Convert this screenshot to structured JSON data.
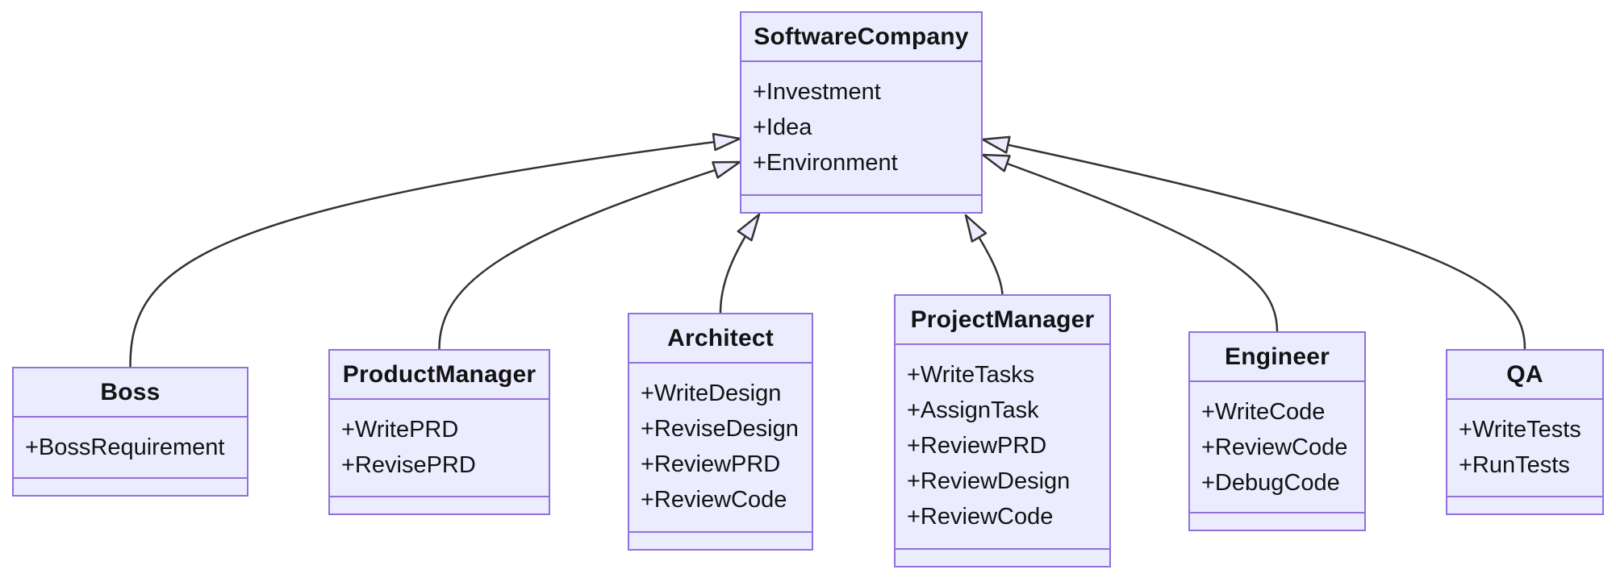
{
  "colors": {
    "background": "#FFFFFF",
    "node_fill": "#ECECFF",
    "node_border": "#9370DB",
    "edge_line": "#333333",
    "text": "#131313"
  },
  "diagram": {
    "type": "uml-class-diagram",
    "classes": [
      {
        "name": "SoftwareCompany",
        "attributes": [
          "+Investment",
          "+Idea",
          "+Environment"
        ],
        "methods": []
      },
      {
        "name": "Boss",
        "attributes": [
          "+BossRequirement"
        ],
        "methods": []
      },
      {
        "name": "ProductManager",
        "attributes": [
          "+WritePRD",
          "+RevisePRD"
        ],
        "methods": []
      },
      {
        "name": "Architect",
        "attributes": [
          "+WriteDesign",
          "+ReviseDesign",
          "+ReviewPRD",
          "+ReviewCode"
        ],
        "methods": []
      },
      {
        "name": "ProjectManager",
        "attributes": [
          "+WriteTasks",
          "+AssignTask",
          "+ReviewPRD",
          "+ReviewDesign",
          "+ReviewCode"
        ],
        "methods": []
      },
      {
        "name": "Engineer",
        "attributes": [
          "+WriteCode",
          "+ReviewCode",
          "+DebugCode"
        ],
        "methods": []
      },
      {
        "name": "QA",
        "attributes": [
          "+WriteTests",
          "+RunTests"
        ],
        "methods": []
      }
    ],
    "relations": [
      {
        "from": "Boss",
        "to": "SoftwareCompany",
        "type": "inheritance"
      },
      {
        "from": "ProductManager",
        "to": "SoftwareCompany",
        "type": "inheritance"
      },
      {
        "from": "Architect",
        "to": "SoftwareCompany",
        "type": "inheritance"
      },
      {
        "from": "ProjectManager",
        "to": "SoftwareCompany",
        "type": "inheritance"
      },
      {
        "from": "Engineer",
        "to": "SoftwareCompany",
        "type": "inheritance"
      },
      {
        "from": "QA",
        "to": "SoftwareCompany",
        "type": "inheritance"
      }
    ]
  }
}
